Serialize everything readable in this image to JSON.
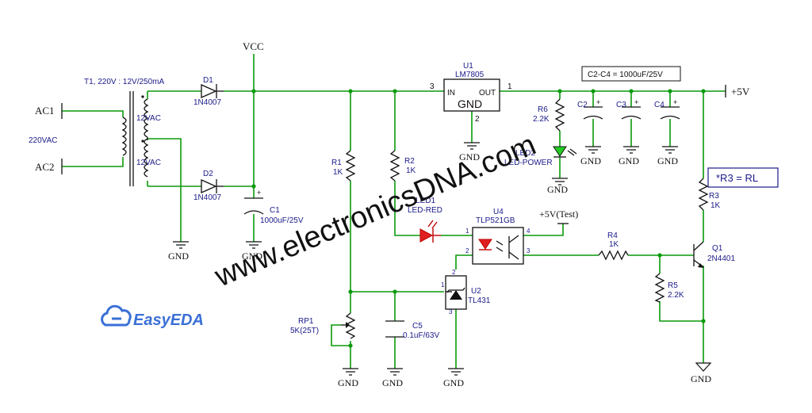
{
  "labels": {
    "vcc": "VCC",
    "plus5v": "+5V",
    "plus5v_test": "+5V(Test)",
    "gnd": "GND",
    "ac1": "AC1",
    "ac2": "AC2",
    "vac220": "220VAC",
    "vac12_top": "12VAC",
    "vac12_bot": "12VAC",
    "t1": "T1, 220V : 12V/250mA",
    "d1": "D1",
    "d1_val": "1N4007",
    "d2": "D2",
    "d2_val": "1N4007",
    "c1": "C1",
    "c1_val": "1000uF/25V",
    "u1": "U1",
    "u1_val": "LM7805",
    "u1_in": "IN",
    "u1_out": "OUT",
    "u1_gnd": "GND",
    "pin3": "3",
    "pin1": "1",
    "pin2": "2",
    "note_c": "C2-C4 = 1000uF/25V",
    "c2": "C2",
    "c3": "C3",
    "c4": "C4",
    "r6": "R6",
    "r6_val": "2.2K",
    "led2": "LED2",
    "led2_val": "LED-POWER",
    "r1": "R1",
    "r1_val": "1K",
    "r2": "R2",
    "r2_val": "1K",
    "led1": "LED1",
    "led1_val": "LED-RED",
    "u4": "U4",
    "u4_val": "TLP521GB",
    "u4_p1": "1",
    "u4_p2": "2",
    "u4_p3": "3",
    "u4_p4": "4",
    "r4": "R4",
    "r4_val": "1K",
    "r3": "R3",
    "r3_val": "1K",
    "q1": "Q1",
    "q1_val": "2N4401",
    "r5": "R5",
    "r5_val": "2.2K",
    "u2": "U2",
    "u2_val": "TL431",
    "u2_p1": "1",
    "u2_p2": "2",
    "u2_p3": "3",
    "c5": "C5",
    "c5_val": "0.1uF/63V",
    "rp1": "RP1",
    "rp1_val": "5K(25T)",
    "r3_note": "*R3 = RL",
    "watermark": "www.electronicsDNA.com",
    "logo": "EasyEDA"
  },
  "colors": {
    "wire": "#0a9a0a",
    "component": "#111111",
    "text": "#1a1a8a",
    "led_red": "#e02020",
    "led_green": "#22cc22",
    "logo": "#3a6fd6"
  },
  "icons": {
    "logo_icon": "cloud-icon"
  }
}
